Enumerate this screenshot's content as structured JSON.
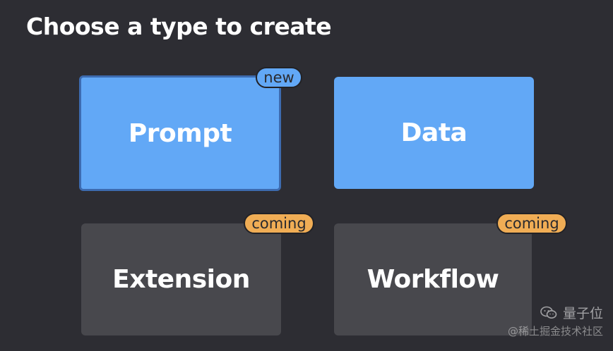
{
  "page": {
    "title": "Choose a type to create"
  },
  "cards": [
    {
      "id": "prompt",
      "label": "Prompt",
      "badge": "new",
      "selected": true
    },
    {
      "id": "data",
      "label": "Data",
      "badge": null,
      "selected": false
    },
    {
      "id": "extension",
      "label": "Extension",
      "badge": "coming",
      "selected": false
    },
    {
      "id": "workflow",
      "label": "Workflow",
      "badge": "coming",
      "selected": false
    }
  ],
  "watermark": {
    "brand": "量子位",
    "source": "@稀土掘金技术社区",
    "icon": "wechat-icon"
  },
  "colors": {
    "background": "#2d2d33",
    "active_card": "#62a8f6",
    "inactive_card": "#48484d",
    "selected_border": "#3d6bb0",
    "badge_new": "#62a8f6",
    "badge_coming": "#f0ad55"
  }
}
